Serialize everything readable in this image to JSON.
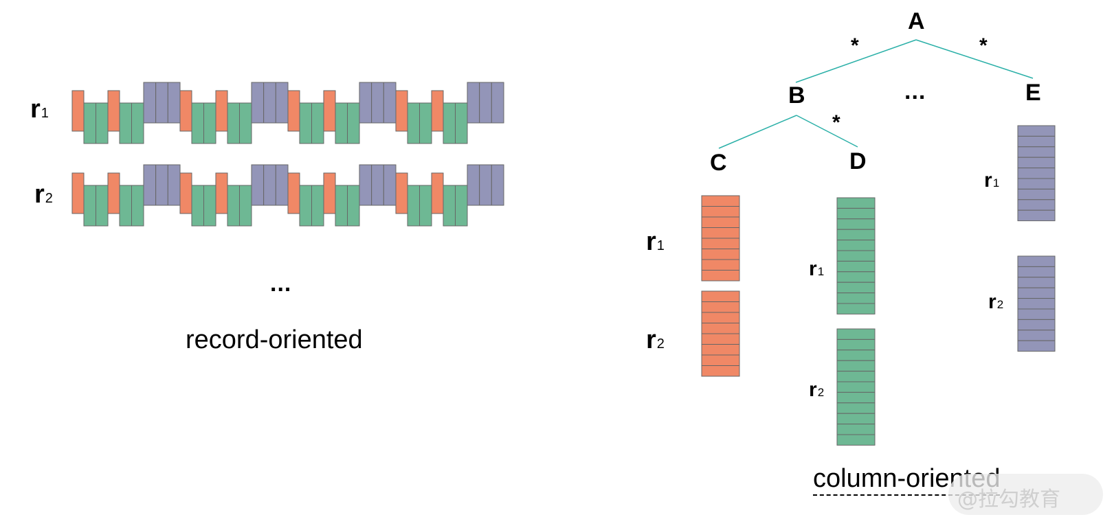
{
  "record_oriented": {
    "rows": [
      {
        "name": "r",
        "sub": "1"
      },
      {
        "name": "r",
        "sub": "2"
      }
    ],
    "ellipsis": "...",
    "caption": "record-oriented"
  },
  "column_oriented": {
    "nodes": {
      "A": "A",
      "B": "B",
      "C": "C",
      "D": "D",
      "E": "E"
    },
    "stars": [
      "*",
      "*",
      "*"
    ],
    "ellipsis": "...",
    "row_labels": [
      {
        "name": "r",
        "sub": "1"
      },
      {
        "name": "r",
        "sub": "2"
      }
    ],
    "caption": "column-oriented"
  },
  "colors": {
    "orange": "#f08866",
    "green": "#6eb894",
    "purple": "#9395b8",
    "border": "#666666",
    "tree_line": "#2bb0a8"
  },
  "watermark": "@拉勾教育"
}
